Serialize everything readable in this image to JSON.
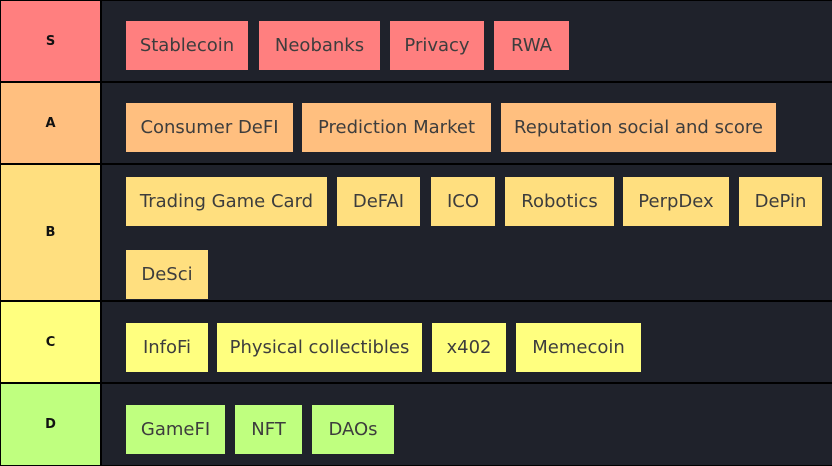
{
  "tiers": [
    {
      "label": "S",
      "color": "#ff7f7f",
      "items": [
        "Stablecoin",
        "Neobanks",
        "Privacy",
        "RWA"
      ]
    },
    {
      "label": "A",
      "color": "#ffbf7f",
      "items": [
        "Consumer DeFI",
        "Prediction Market",
        "Reputation social and score"
      ]
    },
    {
      "label": "B",
      "color": "#ffdf7f",
      "items": [
        "Trading Game Card",
        "DeFAI",
        "ICO",
        "Robotics",
        "PerpDex",
        "DePin",
        "DeSci"
      ]
    },
    {
      "label": "C",
      "color": "#ffff7f",
      "items": [
        "InfoFi",
        "Physical collectibles",
        "x402",
        "Memecoin"
      ]
    },
    {
      "label": "D",
      "color": "#bfff7f",
      "items": [
        "GameFI",
        "NFT",
        "DAOs"
      ]
    }
  ],
  "colors": {
    "background": "#000000",
    "row_background": "#1f222b",
    "item_text": "#3d3d3d",
    "label_text": "#111111"
  }
}
